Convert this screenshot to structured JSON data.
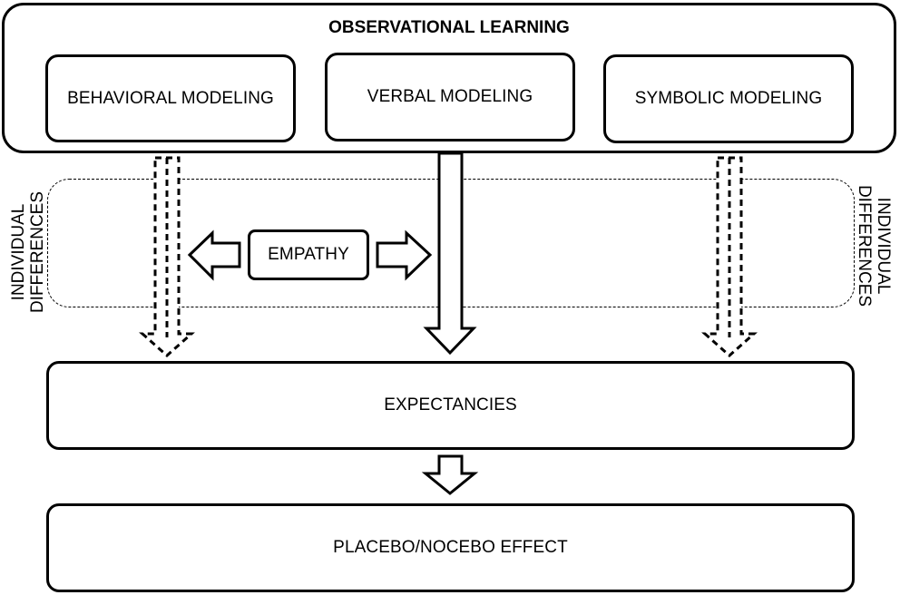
{
  "diagram": {
    "title": "OBSERVATIONAL LEARNING",
    "modeling": {
      "behavioral": "BEHAVIORAL MODELING",
      "verbal": "VERBAL MODELING",
      "symbolic": "SYMBOLIC MODELING"
    },
    "moderator": {
      "empathy": "EMPATHY",
      "individual_differences_left": [
        "INDIVIDUAL",
        "DIFFERENCES"
      ],
      "individual_differences_right": [
        "INDIVIDUAL",
        "DIFFERENCES"
      ]
    },
    "expectancies": "EXPECTANCIES",
    "outcome": "PLACEBO/NOCEBO EFFECT"
  }
}
